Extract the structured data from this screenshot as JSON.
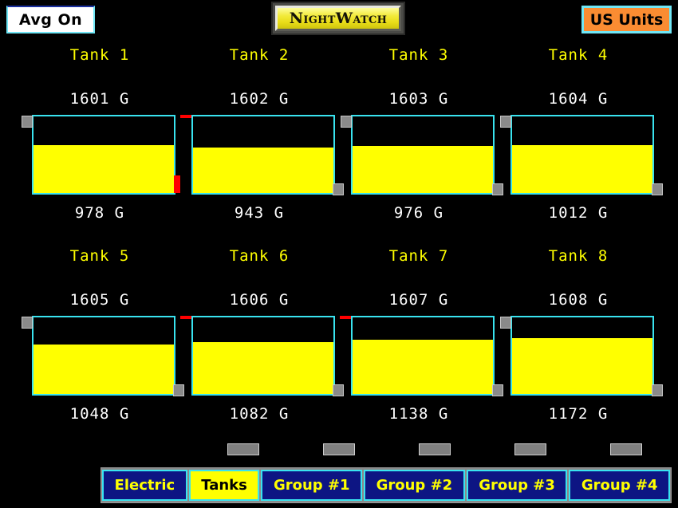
{
  "header": {
    "avg_button": {
      "label": "Avg On",
      "icon": "toggle-icon"
    },
    "logo": {
      "text": "NightWatch"
    },
    "units_button": {
      "label": "US Units"
    }
  },
  "tanks": [
    {
      "name": "Tank 1",
      "capacity_label": "1601 G",
      "level_label": "978 G",
      "fill_percent": 62,
      "marker_top_left": "gray",
      "marker_bottom_right": "red"
    },
    {
      "name": "Tank 2",
      "capacity_label": "1602 G",
      "level_label": "943 G",
      "fill_percent": 59,
      "marker_top_left": "red",
      "marker_bottom_right": "gray"
    },
    {
      "name": "Tank 3",
      "capacity_label": "1603 G",
      "level_label": "976 G",
      "fill_percent": 61,
      "marker_top_left": "gray",
      "marker_bottom_right": "gray"
    },
    {
      "name": "Tank 4",
      "capacity_label": "1604 G",
      "level_label": "1012 G",
      "fill_percent": 63,
      "marker_top_left": "gray",
      "marker_bottom_right": "gray"
    },
    {
      "name": "Tank 5",
      "capacity_label": "1605 G",
      "level_label": "1048 G",
      "fill_percent": 65,
      "marker_top_left": "gray",
      "marker_bottom_right": "gray"
    },
    {
      "name": "Tank 6",
      "capacity_label": "1606 G",
      "level_label": "1082 G",
      "fill_percent": 68,
      "marker_top_left": "red",
      "marker_bottom_right": "gray"
    },
    {
      "name": "Tank 7",
      "capacity_label": "1607 G",
      "level_label": "1138 G",
      "fill_percent": 71,
      "marker_top_left": "red",
      "marker_bottom_right": "gray"
    },
    {
      "name": "Tank 8",
      "capacity_label": "1608 G",
      "level_label": "1172 G",
      "fill_percent": 73,
      "marker_top_left": "gray",
      "marker_bottom_right": "gray"
    }
  ],
  "status_chips": [
    "",
    "",
    "",
    "",
    ""
  ],
  "navbar": {
    "buttons": [
      {
        "label": "Electric",
        "active": false
      },
      {
        "label": "Tanks",
        "active": true
      },
      {
        "label": "Group #1",
        "active": false
      },
      {
        "label": "Group #2",
        "active": false
      },
      {
        "label": "Group #3",
        "active": false
      },
      {
        "label": "Group #4",
        "active": false
      }
    ]
  },
  "colors": {
    "background": "#000000",
    "tank_border": "#39e3ef",
    "tank_fill": "#ffff00",
    "label_yellow": "#ffff00",
    "value_white": "#ffffff",
    "nav_blue": "#0d1583",
    "accent_orange": "#fa8c32",
    "alarm_red": "#ff0000"
  }
}
